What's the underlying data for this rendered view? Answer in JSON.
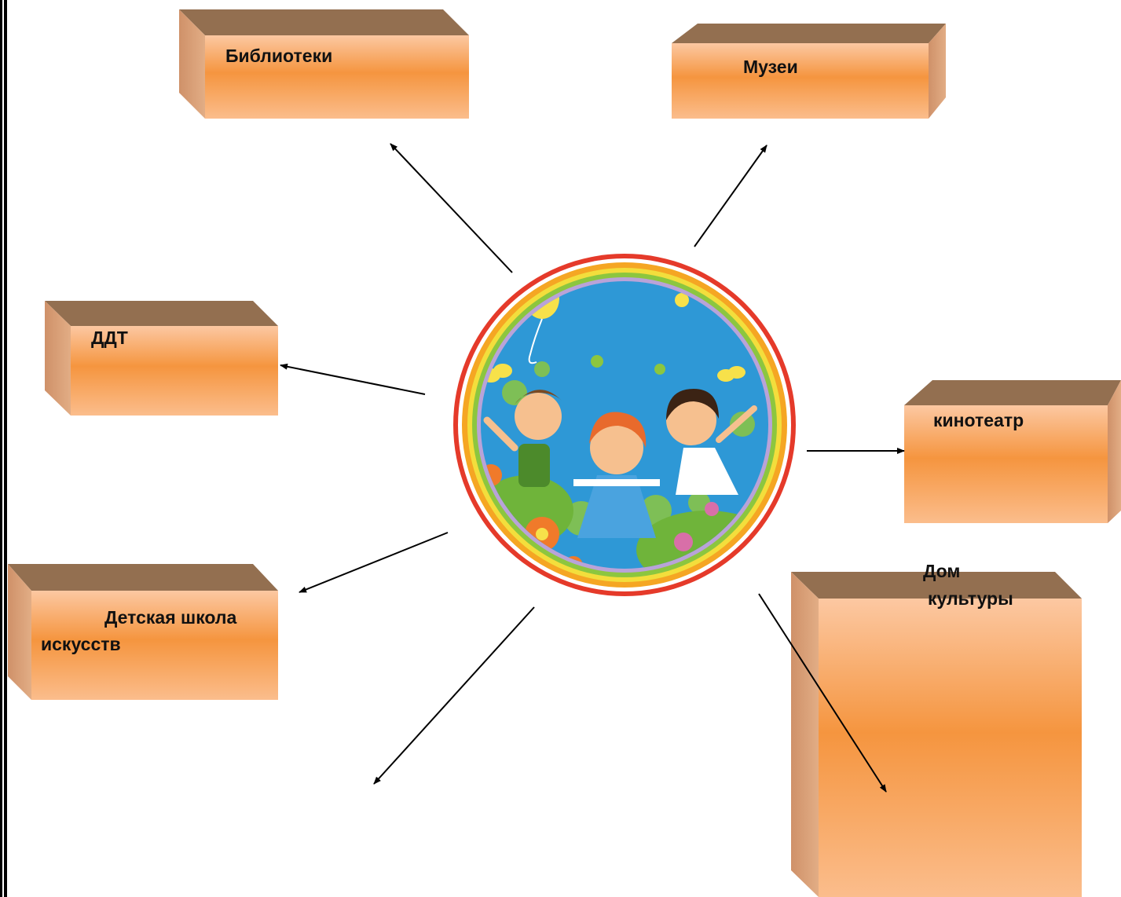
{
  "center": {
    "icon": "children-holding-hands-rainbow-circle"
  },
  "boxes": [
    {
      "id": "libraries",
      "label": "Библиотеки"
    },
    {
      "id": "museums",
      "label": "Музеи"
    },
    {
      "id": "ddt",
      "label": "ДДТ"
    },
    {
      "id": "cinema",
      "label": "кинотеатр"
    },
    {
      "id": "art-school",
      "line1": "Детская школа",
      "line2": "искусств"
    },
    {
      "id": "culture-house",
      "line1": "Дом",
      "line2": "культуры"
    }
  ],
  "colors": {
    "box_top": "#936f50",
    "box_side": "#d89e78",
    "box_front_light": "#fbc9a4",
    "box_front_mid": "#f59b45",
    "arrow": "#000000"
  }
}
